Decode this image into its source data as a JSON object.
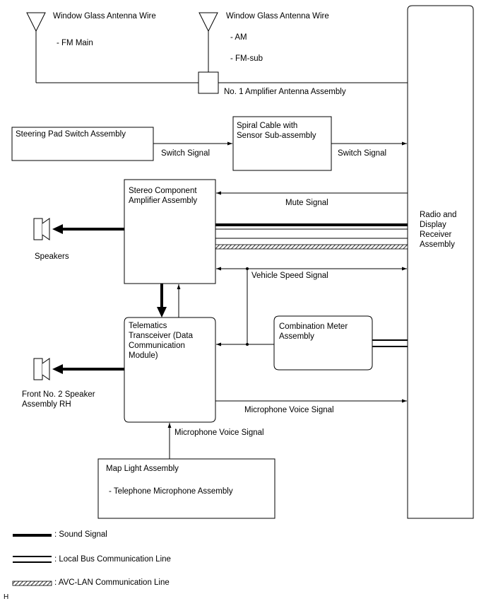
{
  "antennas": {
    "left": {
      "title": "Window Glass Antenna Wire",
      "items": [
        "- FM Main"
      ]
    },
    "right": {
      "title": "Window Glass Antenna Wire",
      "items": [
        "- AM",
        "- FM-sub"
      ]
    },
    "amplifier_label": "No. 1 Amplifier Antenna Assembly"
  },
  "boxes": {
    "steering_pad": "Steering Pad Switch Assembly",
    "spiral_cable": "Spiral Cable with\nSensor Sub-assembly",
    "stereo_amp": "Stereo Component\nAmplifier Assembly",
    "telematics": "Telematics\nTransceiver (Data\nCommunication\nModule)",
    "combination_meter": "Combination Meter\nAssembly",
    "map_light": "Map Light Assembly",
    "map_light_sub": "- Telephone Microphone Assembly",
    "radio": "Radio and\nDisplay\nReceiver\nAssembly"
  },
  "signals": {
    "switch_signal_1": "Switch Signal",
    "switch_signal_2": "Switch Signal",
    "mute": "Mute Signal",
    "vehicle_speed": "Vehicle Speed Signal",
    "mic_voice_1": "Microphone Voice Signal",
    "mic_voice_2": "Microphone Voice Signal"
  },
  "speakers": {
    "top": "Speakers",
    "bottom": "Front No. 2 Speaker\nAssembly RH"
  },
  "legend": {
    "sound": ": Sound Signal",
    "local_bus": ": Local Bus Communication Line",
    "avc_lan": ": AVC-LAN Communication Line"
  },
  "footer_code": "H"
}
